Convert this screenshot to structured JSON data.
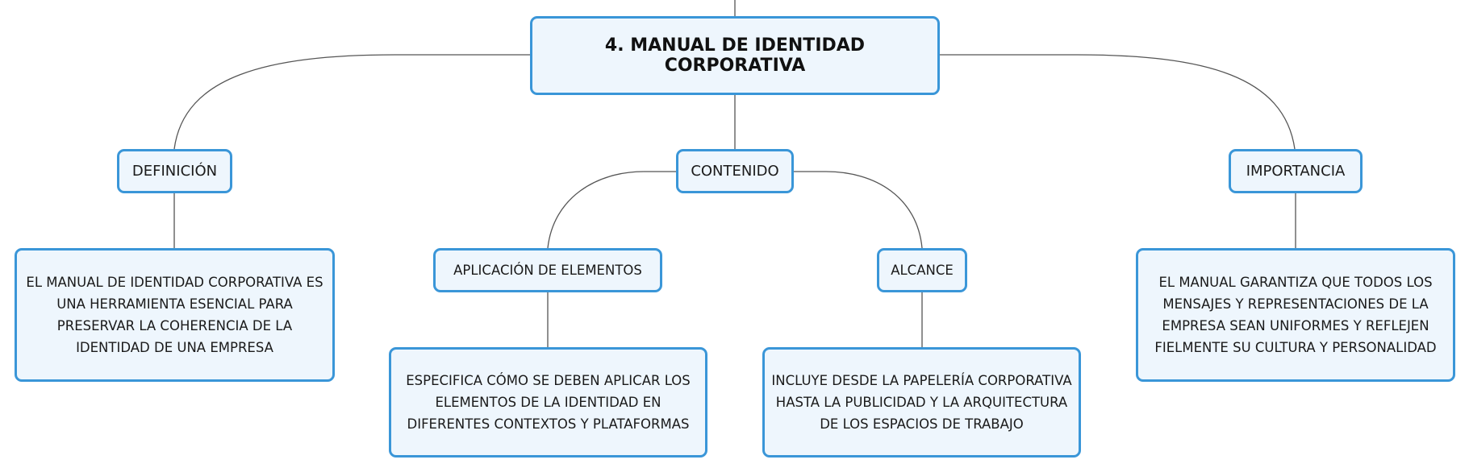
{
  "diagram": {
    "root": {
      "label": "4. MANUAL DE IDENTIDAD CORPORATIVA"
    },
    "branches": [
      {
        "id": "definicion",
        "label": "DEFINICIÓN",
        "detail": "EL MANUAL DE IDENTIDAD CORPORATIVA ES UNA HERRAMIENTA ESENCIAL PARA PRESERVAR LA COHERENCIA DE LA IDENTIDAD DE UNA EMPRESA",
        "detail_lines": [
          "EL MANUAL DE IDENTIDAD CORPORATIVA ES",
          "UNA HERRAMIENTA ESENCIAL PARA",
          "PRESERVAR LA COHERENCIA DE LA",
          "IDENTIDAD DE UNA EMPRESA"
        ]
      },
      {
        "id": "contenido",
        "label": "CONTENIDO",
        "children": [
          {
            "id": "aplicacion",
            "label": "APLICACIÓN DE ELEMENTOS",
            "detail": "ESPECIFICA CÓMO SE DEBEN APLICAR LOS ELEMENTOS DE LA IDENTIDAD EN DIFERENTES CONTEXTOS Y PLATAFORMAS",
            "detail_lines": [
              "ESPECIFICA CÓMO SE DEBEN APLICAR LOS",
              "ELEMENTOS DE LA IDENTIDAD EN",
              "DIFERENTES CONTEXTOS Y PLATAFORMAS"
            ]
          },
          {
            "id": "alcance",
            "label": "ALCANCE",
            "detail": "INCLUYE DESDE LA PAPELERÍA CORPORATIVA HASTA LA PUBLICIDAD Y LA ARQUITECTURA DE LOS ESPACIOS DE TRABAJO",
            "detail_lines": [
              "INCLUYE DESDE LA PAPELERÍA CORPORATIVA",
              "HASTA LA PUBLICIDAD Y LA ARQUITECTURA",
              "DE LOS ESPACIOS DE TRABAJO"
            ]
          }
        ]
      },
      {
        "id": "importancia",
        "label": "IMPORTANCIA",
        "detail": "EL MANUAL GARANTIZA QUE TODOS LOS MENSAJES Y REPRESENTACIONES DE LA EMPRESA SEAN UNIFORMES Y REFLEJEN FIELMENTE SU CULTURA Y PERSONALIDAD",
        "detail_lines": [
          "EL MANUAL GARANTIZA QUE TODOS LOS",
          "MENSAJES Y REPRESENTACIONES DE LA",
          "EMPRESA SEAN UNIFORMES Y REFLEJEN",
          "FIELMENTE SU CULTURA Y PERSONALIDAD"
        ]
      }
    ]
  },
  "colors": {
    "node_border": "#3a96d8",
    "node_fill": "#eef6fd",
    "connector": "#555555",
    "text": "#1a1a1a"
  }
}
